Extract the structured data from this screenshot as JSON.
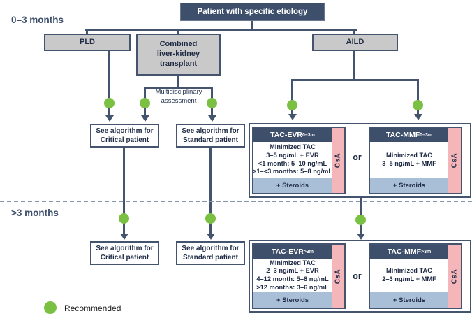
{
  "colors": {
    "navy": "#3E4F6B",
    "line": "#44546F",
    "gray_box": "#C9C9C9",
    "green": "#7AC143",
    "pink": "#F5B6BA",
    "steroids_bg": "#A9BFD8",
    "dashed": "#8496AD"
  },
  "period_labels": {
    "top": "0–3 months",
    "bottom": ">3 months"
  },
  "root": {
    "label": "Patient with specific etiology"
  },
  "branches": {
    "pld": {
      "label": "PLD"
    },
    "combined": {
      "line1": "Combined",
      "line2": "liver-kidney",
      "line3": "transplant"
    },
    "aild": {
      "label": "AILD"
    }
  },
  "multidisciplinary": {
    "line1": "Multidisciplinary",
    "line2": "assessment"
  },
  "see_algorithm": {
    "critical": {
      "line1": "See algorithm for",
      "line2": "Critical patient"
    },
    "standard": {
      "line1": "See algorithm for",
      "line2": "Standard patient"
    }
  },
  "or_label": "or",
  "treatments": {
    "top": {
      "evr": {
        "name": "TAC-EVR",
        "sub": "0–3m",
        "body": [
          "Minimized TAC",
          "3–5 ng/mL + EVR",
          "<1 month: 5–10 ng/mL",
          ">1–<3 months: 5–8 ng/mL"
        ],
        "footer": "+ Steroids",
        "side": "CsA"
      },
      "mmf": {
        "name": "TAC-MMF",
        "sub": "0–3m",
        "body": [
          "Minimized TAC",
          "3–5 ng/mL + MMF"
        ],
        "footer": "+ Steroids",
        "side": "CsA"
      }
    },
    "bottom": {
      "evr": {
        "name": "TAC-EVR",
        "sub": ">3m",
        "body": [
          "Minimized TAC",
          "2–3 ng/mL + EVR",
          "4–12 month: 5–8 ng/mL",
          ">12 months: 3–6 ng/mL"
        ],
        "footer": "+ Steroids",
        "side": "CsA"
      },
      "mmf": {
        "name": "TAC-MMF",
        "sub": ">3m",
        "body": [
          "Minimized TAC",
          "2–3 ng/mL + MMF"
        ],
        "footer": "+ Steroids",
        "side": "CsA"
      }
    }
  },
  "legend": {
    "label": "Recommended"
  }
}
